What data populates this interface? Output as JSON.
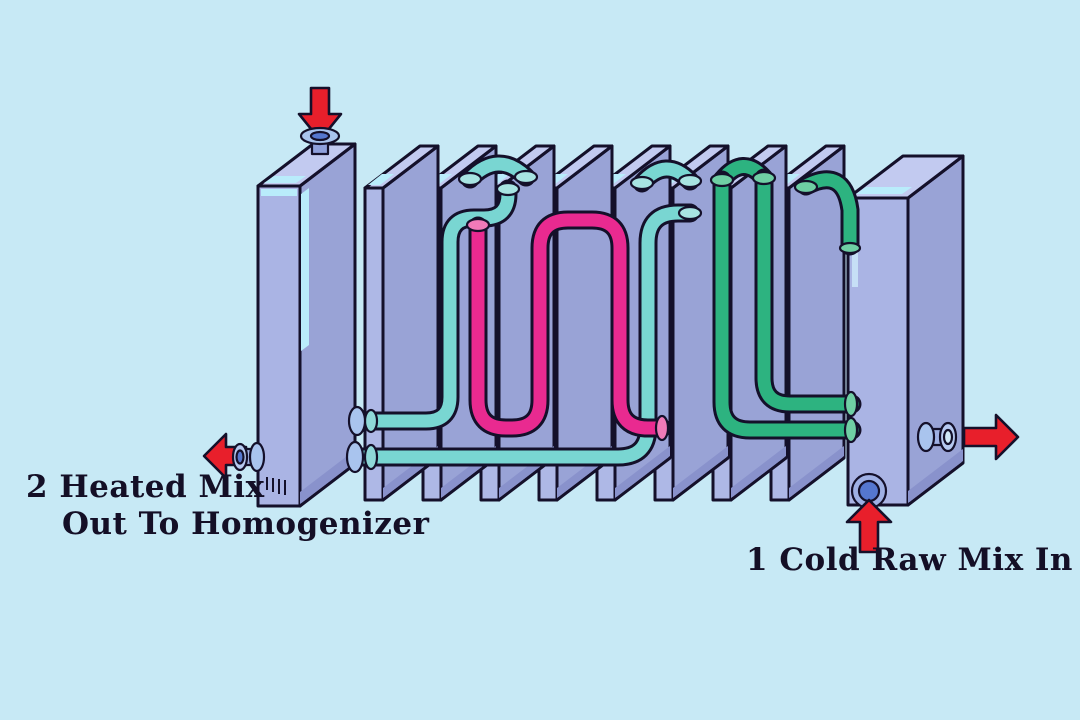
{
  "scene": {
    "description": "Cartoon cutaway diagram of a plate heat exchanger with flow pipes",
    "background_color": "#c7e9f5"
  },
  "labels": {
    "heated_out_line1": "2 Heated Mix",
    "heated_out_line2": "Out To Homogenizer",
    "cold_in": "1 Cold Raw Mix In"
  },
  "diagram": {
    "type": "plate-heat-exchanger",
    "plate_count": 10,
    "flows": [
      {
        "step": 1,
        "label": "Cold Raw Mix In",
        "location": "bottom-right",
        "arrow": "up-arrow-icon"
      },
      {
        "step": 2,
        "label": "Heated Mix Out To Homogenizer",
        "location": "left",
        "arrow": "left-arrow-icon"
      }
    ]
  },
  "colors": {
    "background": "#c7e9f5",
    "plate_front": "#aab4e4",
    "plate_side": "#99a3d6",
    "plate_top": "#c2caf0",
    "plate_highlight": "#b9ecfb",
    "outline": "#14102a",
    "pipe_teal": "#79d6d2",
    "pipe_magenta": "#e92a90",
    "pipe_green": "#2db380",
    "arrow_red": "#e81f2b",
    "flange_blue": "#a9c4ee",
    "port_blue": "#5577cf",
    "text": "#140f26"
  },
  "icons": {
    "down_arrow": "red flow arrow pointing down at top inlet",
    "left_arrow": "red flow arrow pointing left at heated outlet",
    "right_arrow": "red flow arrow pointing right at side outlet",
    "up_arrow": "red flow arrow pointing up at cold inlet"
  }
}
